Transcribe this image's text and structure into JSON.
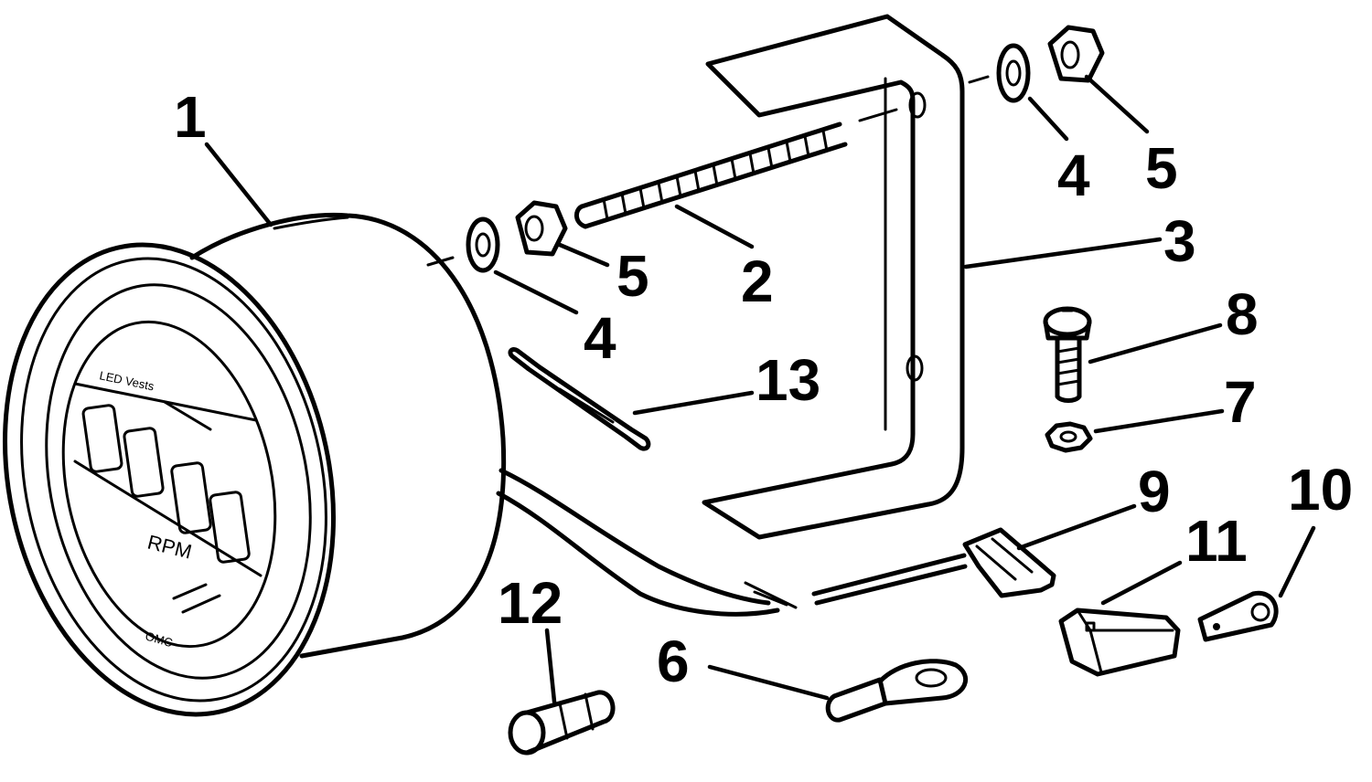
{
  "callouts": {
    "c1": "1",
    "c2": "2",
    "c3": "3",
    "c4a": "4",
    "c4b": "4",
    "c5a": "5",
    "c5b": "5",
    "c6": "6",
    "c7": "7",
    "c8": "8",
    "c9": "9",
    "c10": "10",
    "c11": "11",
    "c12": "12",
    "c13": "13"
  },
  "gauge": {
    "unit_label": "RPM",
    "brand": "OMC",
    "top_text": "LED Vests"
  },
  "colors": {
    "ink": "#000000",
    "paper": "#ffffff"
  }
}
